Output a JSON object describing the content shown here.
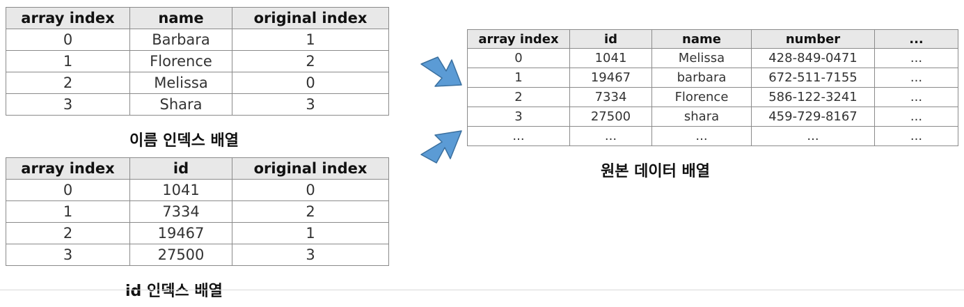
{
  "name_index_table": {
    "headers": [
      "array index",
      "name",
      "original index"
    ],
    "rows": [
      [
        "0",
        "Barbara",
        "1"
      ],
      [
        "1",
        "Florence",
        "2"
      ],
      [
        "2",
        "Melissa",
        "0"
      ],
      [
        "3",
        "Shara",
        "3"
      ]
    ],
    "caption": "이름 인덱스 배열"
  },
  "id_index_table": {
    "headers": [
      "array index",
      "id",
      "original index"
    ],
    "rows": [
      [
        "0",
        "1041",
        "0"
      ],
      [
        "1",
        "7334",
        "2"
      ],
      [
        "2",
        "19467",
        "1"
      ],
      [
        "3",
        "27500",
        "3"
      ]
    ],
    "caption": "id 인덱스 배열"
  },
  "original_data_table": {
    "headers": [
      "array index",
      "id",
      "name",
      "number",
      "..."
    ],
    "rows": [
      [
        "0",
        "1041",
        "Melissa",
        "428-849-0471",
        "..."
      ],
      [
        "1",
        "19467",
        "barbara",
        "672-511-7155",
        "..."
      ],
      [
        "2",
        "7334",
        "Florence",
        "586-122-3241",
        "..."
      ],
      [
        "3",
        "27500",
        "shara",
        "459-729-8167",
        "..."
      ],
      [
        "...",
        "...",
        "...",
        "...",
        "..."
      ]
    ],
    "caption": "원본 데이터 배열"
  },
  "colors": {
    "arrow_fill": "#5b9bd5",
    "arrow_stroke": "#3a6f9e",
    "header_bg": "#e8e8e8",
    "border": "#8a8a8a"
  }
}
